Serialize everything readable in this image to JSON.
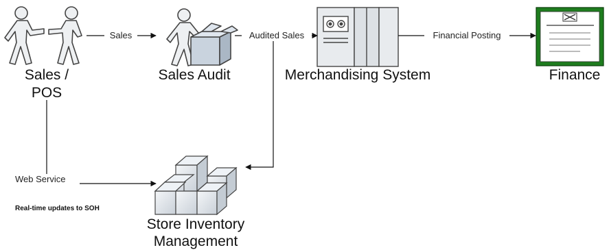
{
  "nodes": {
    "sales_pos": {
      "line1": "Sales /",
      "line2": "POS"
    },
    "sales_audit": {
      "label": "Sales Audit"
    },
    "merchandising": {
      "label": "Merchandising System"
    },
    "finance": {
      "label": "Finance"
    },
    "store_inventory": {
      "line1": "Store Inventory",
      "line2": "Management"
    }
  },
  "edges": {
    "sales": "Sales",
    "audited_sales": "Audited Sales",
    "financial_posting": "Financial Posting",
    "web_service": "Web Service"
  },
  "note": "Real-time updates to SOH"
}
